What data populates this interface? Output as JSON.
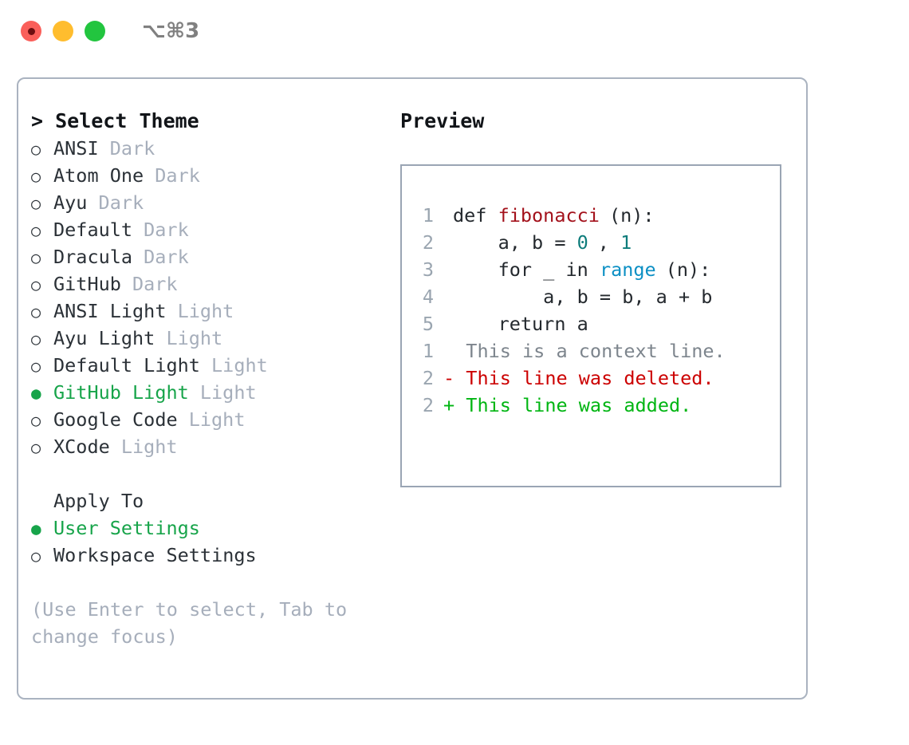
{
  "window": {
    "shortcut_label": "⌥⌘3",
    "traffic_lights": [
      {
        "name": "close",
        "color": "#fa5f5a"
      },
      {
        "name": "minimize",
        "color": "#ffbd2e"
      },
      {
        "name": "maximize",
        "color": "#22c53f"
      }
    ],
    "accent_green": "#17a44a",
    "panel_border": "#aab3c0"
  },
  "theme_picker": {
    "heading": "> Select Theme",
    "marker_selected": "●",
    "marker_unselected": "○",
    "options": [
      {
        "name": "ANSI",
        "variant": "Dark",
        "selected": false
      },
      {
        "name": "Atom One",
        "variant": "Dark",
        "selected": false
      },
      {
        "name": "Ayu",
        "variant": "Dark",
        "selected": false
      },
      {
        "name": "Default",
        "variant": "Dark",
        "selected": false
      },
      {
        "name": "Dracula",
        "variant": "Dark",
        "selected": false
      },
      {
        "name": "GitHub",
        "variant": "Dark",
        "selected": false
      },
      {
        "name": "ANSI Light",
        "variant": "Light",
        "selected": false
      },
      {
        "name": "Ayu Light",
        "variant": "Light",
        "selected": false
      },
      {
        "name": "Default Light",
        "variant": "Light",
        "selected": false
      },
      {
        "name": "GitHub Light",
        "variant": "Light",
        "selected": true
      },
      {
        "name": "Google Code",
        "variant": "Light",
        "selected": false
      },
      {
        "name": "XCode",
        "variant": "Light",
        "selected": false
      }
    ]
  },
  "apply_to": {
    "heading": "Apply To",
    "options": [
      {
        "name": "User Settings",
        "selected": true
      },
      {
        "name": "Workspace Settings",
        "selected": false
      }
    ]
  },
  "hint": "(Use Enter to select, Tab to change focus)",
  "preview": {
    "heading": "Preview",
    "code_lines": [
      {
        "no": "1",
        "segments": [
          {
            "text": "def ",
            "cls": "code-text"
          },
          {
            "text": "fibonacci",
            "cls": "tok-fn"
          },
          {
            "text": "(n):",
            "cls": "code-text"
          }
        ]
      },
      {
        "no": "2",
        "segments": [
          {
            "text": "    a, b = ",
            "cls": "code-text"
          },
          {
            "text": "0",
            "cls": "tok-num"
          },
          {
            "text": ", ",
            "cls": "code-text"
          },
          {
            "text": "1",
            "cls": "tok-num"
          }
        ]
      },
      {
        "no": "3",
        "segments": [
          {
            "text": "    for _ in ",
            "cls": "code-text"
          },
          {
            "text": "range",
            "cls": "tok-bi"
          },
          {
            "text": "(n):",
            "cls": "code-text"
          }
        ]
      },
      {
        "no": "4",
        "segments": [
          {
            "text": "        a, b = b, a + b",
            "cls": "code-text"
          }
        ]
      },
      {
        "no": "5",
        "segments": [
          {
            "text": "    return a",
            "cls": "code-text"
          }
        ]
      }
    ],
    "diff_lines": [
      {
        "no": "1",
        "text": "  This is a context line.",
        "kind": "diff-ctx"
      },
      {
        "no": "2",
        "text": "- This line was deleted.",
        "kind": "diff-del"
      },
      {
        "no": "2",
        "text": "+ This line was added.",
        "kind": "diff-add"
      }
    ],
    "colors": {
      "function": "#a3111b",
      "number": "#0e7c7b",
      "builtin": "#0b8fc4",
      "text": "#24292e",
      "lineno": "#9aa5b0",
      "diff_context": "#7d858d",
      "diff_delete": "#cc0000",
      "diff_add": "#00b512"
    }
  }
}
